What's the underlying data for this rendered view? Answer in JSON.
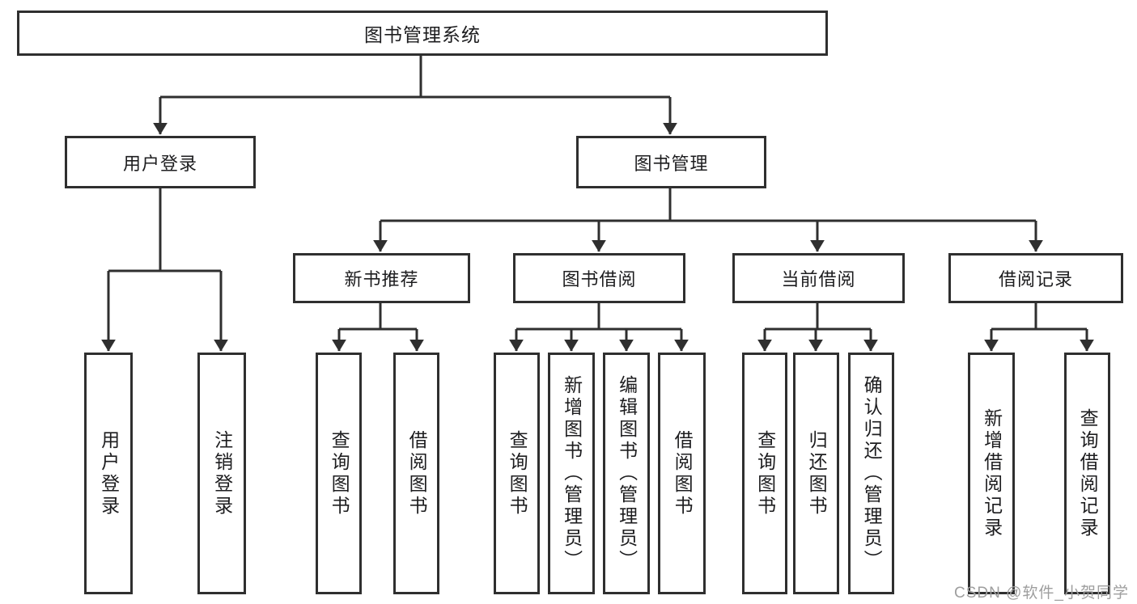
{
  "colors": {
    "line": "#2f2f2f",
    "text": "#1d1d1f",
    "box_background": "#ffffff",
    "watermark": "#9e9e9e"
  },
  "watermark": {
    "text": "CSDN @软件_小贺同学"
  },
  "tree": {
    "root": {
      "label": "图书管理系统"
    },
    "branches": [
      {
        "label": "用户登录",
        "children": [
          {
            "label": "用户登录"
          },
          {
            "label": "注销登录"
          }
        ]
      },
      {
        "label": "图书管理",
        "children": [
          {
            "label": "新书推荐",
            "children": [
              {
                "label": "查询图书"
              },
              {
                "label": "借阅图书"
              }
            ]
          },
          {
            "label": "图书借阅",
            "children": [
              {
                "label": "查询图书"
              },
              {
                "label": "新增图书（管理员）"
              },
              {
                "label": "编辑图书（管理员）"
              },
              {
                "label": "借阅图书"
              }
            ]
          },
          {
            "label": "当前借阅",
            "children": [
              {
                "label": "查询图书"
              },
              {
                "label": "归还图书"
              },
              {
                "label": "确认归还（管理员）"
              }
            ]
          },
          {
            "label": "借阅记录",
            "children": [
              {
                "label": "新增借阅记录"
              },
              {
                "label": "查询借阅记录"
              }
            ]
          }
        ]
      }
    ]
  }
}
